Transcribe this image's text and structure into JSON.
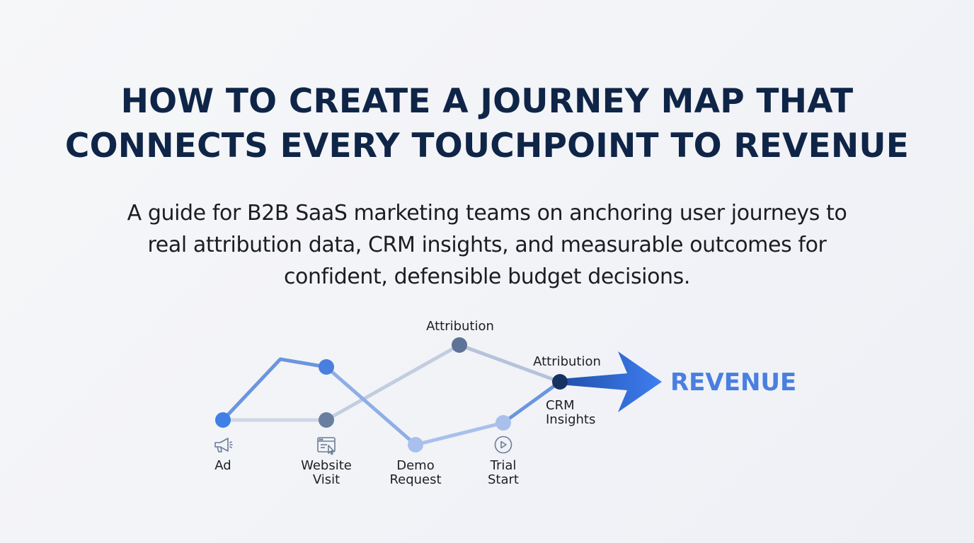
{
  "title": {
    "line1": "HOW TO CREATE A JOURNEY MAP THAT",
    "line2": "CONNECTS EVERY TOUCHPOINT TO REVENUE"
  },
  "subtitle": {
    "line1": "A guide for B2B SaaS marketing teams on anchoring user journeys to",
    "line2": "real attribution data, CRM insights, and measurable outcomes for",
    "line3": "confident, defensible budget decisions."
  },
  "diagram": {
    "stages": [
      {
        "line1": "Ad",
        "line2": "",
        "icon": "megaphone-icon"
      },
      {
        "line1": "Website",
        "line2": "Visit",
        "icon": "browser-window-icon"
      },
      {
        "line1": "Demo",
        "line2": "Request",
        "icon": ""
      },
      {
        "line1": "Trial",
        "line2": "Start",
        "icon": "play-circle-icon"
      }
    ],
    "attribution_top": "Attribution",
    "attribution_mid": "Attribution",
    "crm_line1": "CRM",
    "crm_line2": "Insights",
    "revenue": "REVENUE"
  },
  "colors": {
    "title": "#0f2547",
    "primary_blue": "#4a7fe0",
    "light_blue": "#a9c0ec",
    "slate": "#6a7f9f",
    "navy": "#173260"
  }
}
